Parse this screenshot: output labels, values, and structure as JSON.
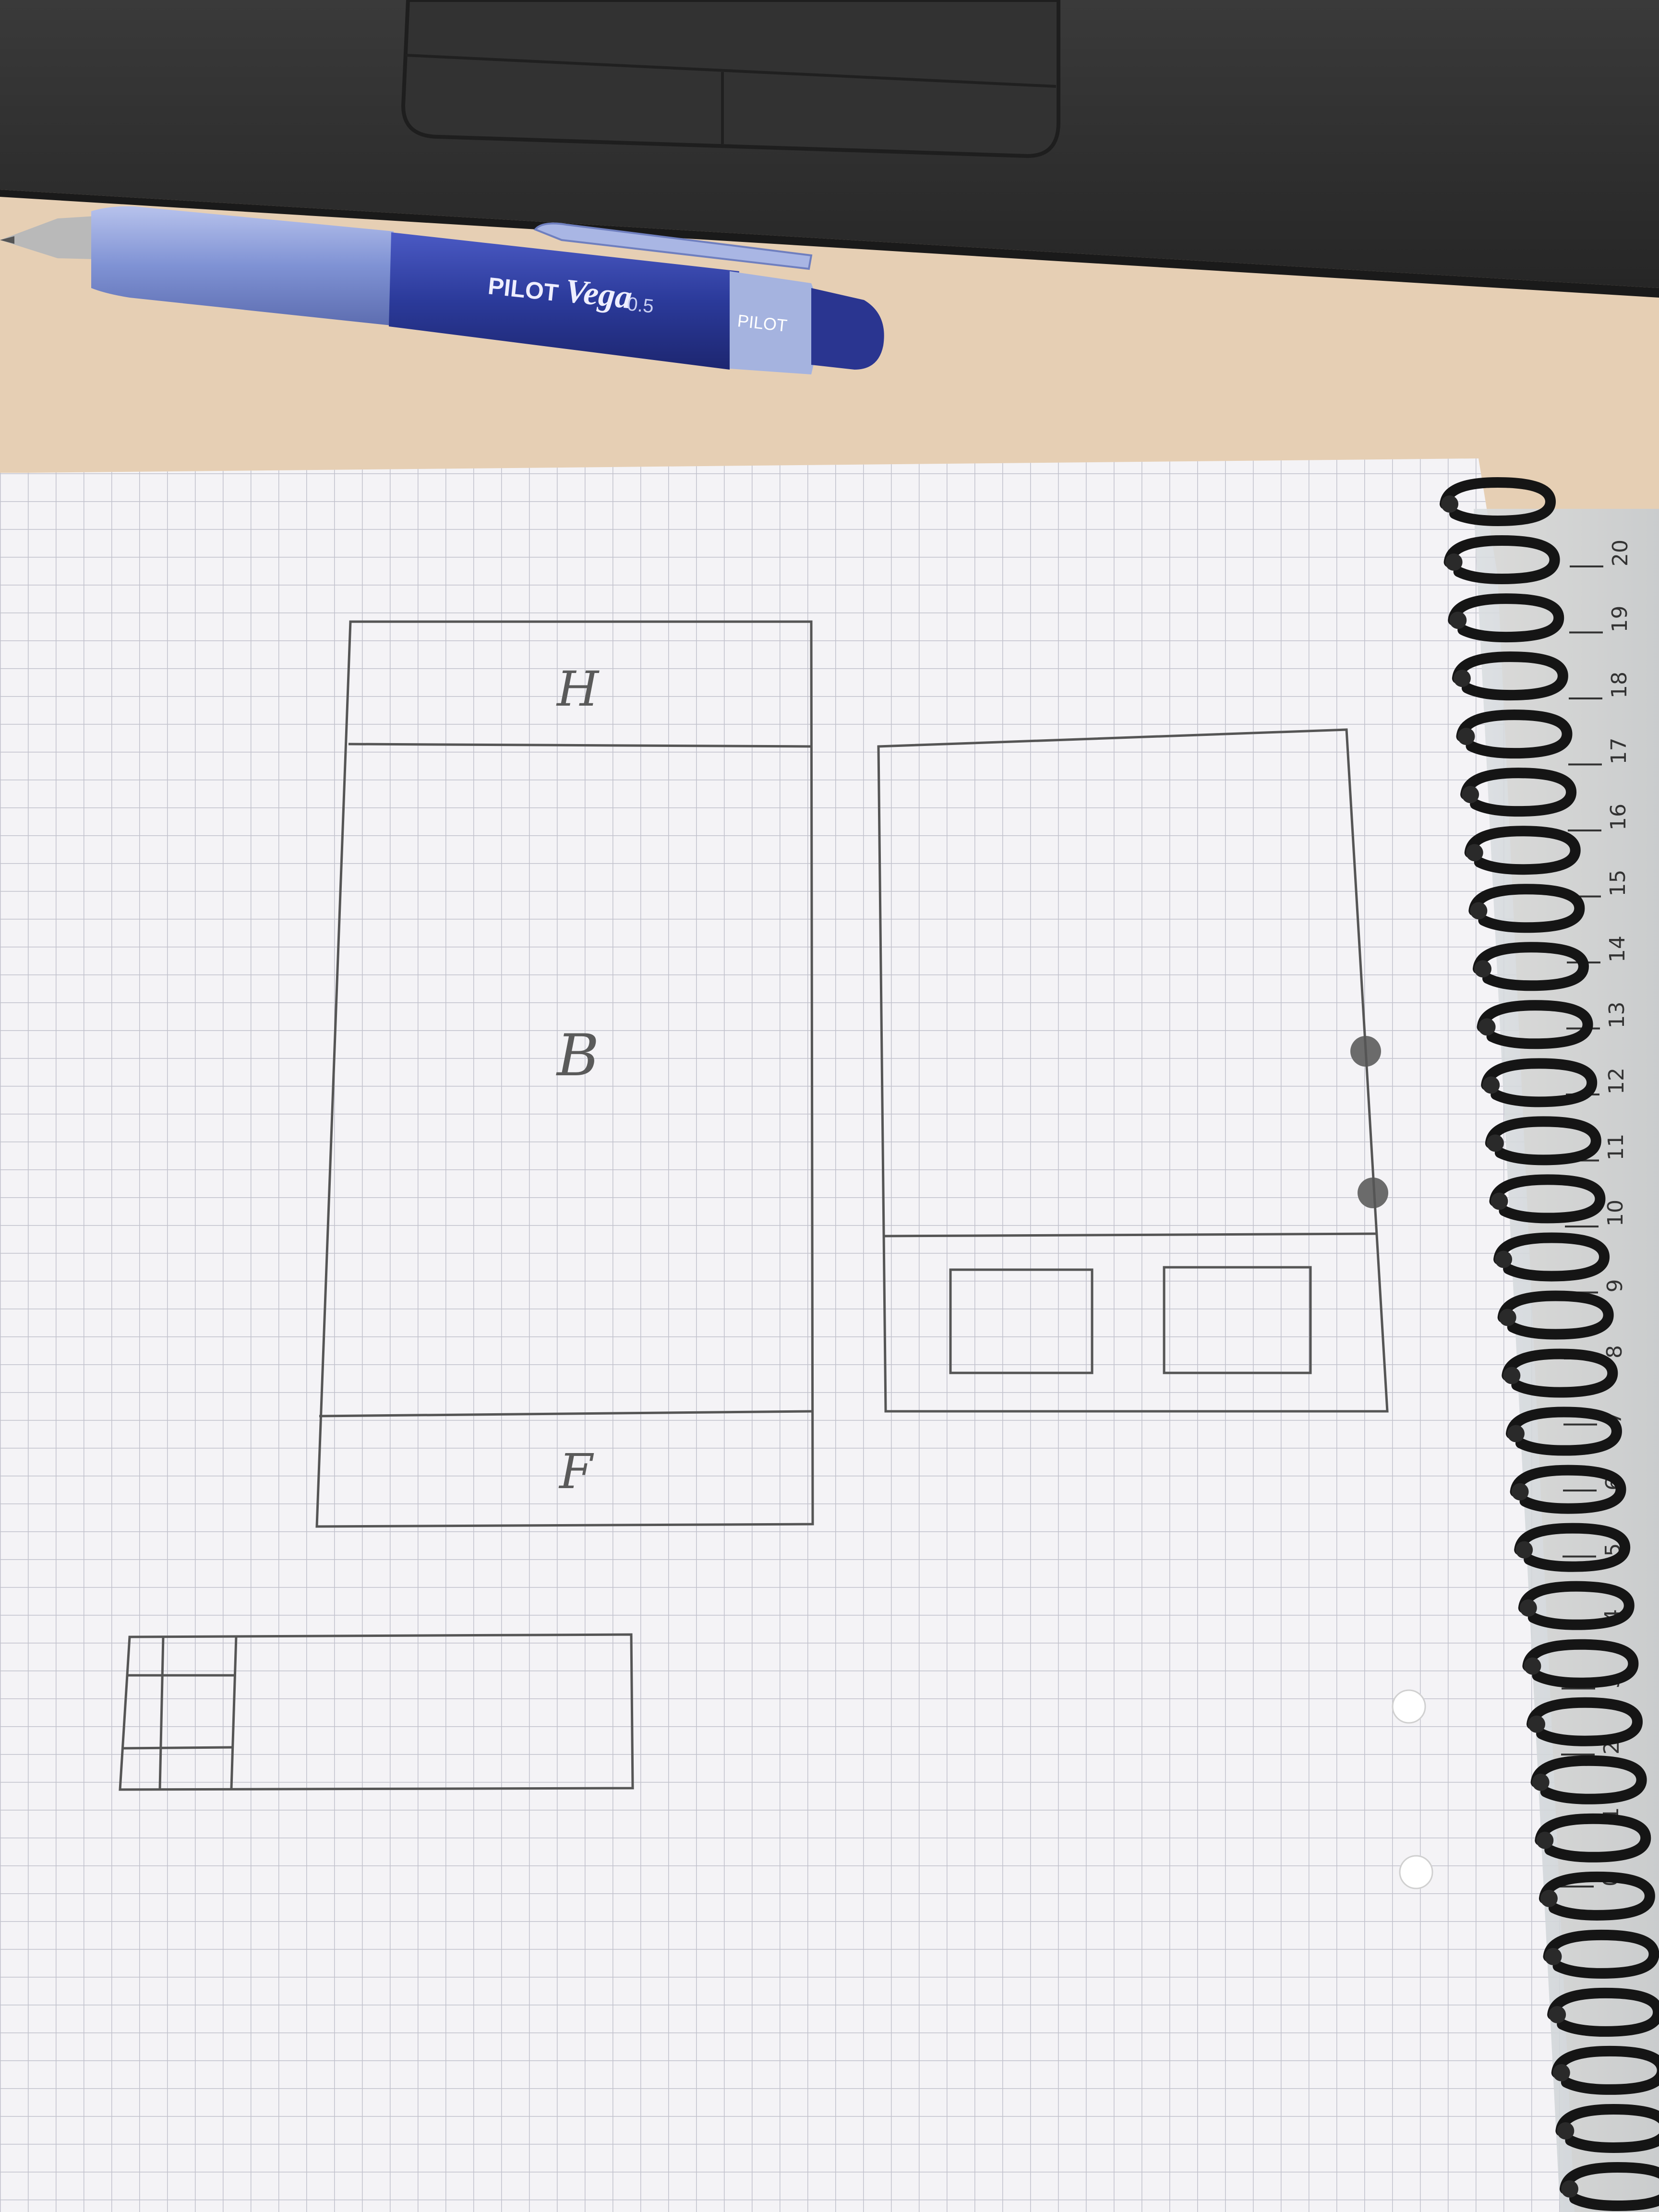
{
  "pen": {
    "brand": "PILOT",
    "model": "Vega",
    "tip_size": "0.5",
    "cap_text": "PILOT",
    "barrel_color": "#2b3a9a",
    "grip_color": "#8fa0d8"
  },
  "sketch": {
    "wireframe_a": {
      "header_label": "H",
      "body_label": "B",
      "footer_label": "F"
    }
  },
  "ruler": {
    "ticks": [
      "20",
      "19",
      "18",
      "17",
      "16",
      "15",
      "14",
      "13",
      "12",
      "11",
      "10",
      "9",
      "8",
      "7",
      "6",
      "5",
      "4",
      "3",
      "2",
      "1",
      "0"
    ]
  },
  "colors": {
    "desk": "#e6cfb4",
    "laptop": "#2e2e2e",
    "paper": "#f4f3f6",
    "grid": "#b8b8c4",
    "pencil": "#555555",
    "spiral": "#151515"
  }
}
